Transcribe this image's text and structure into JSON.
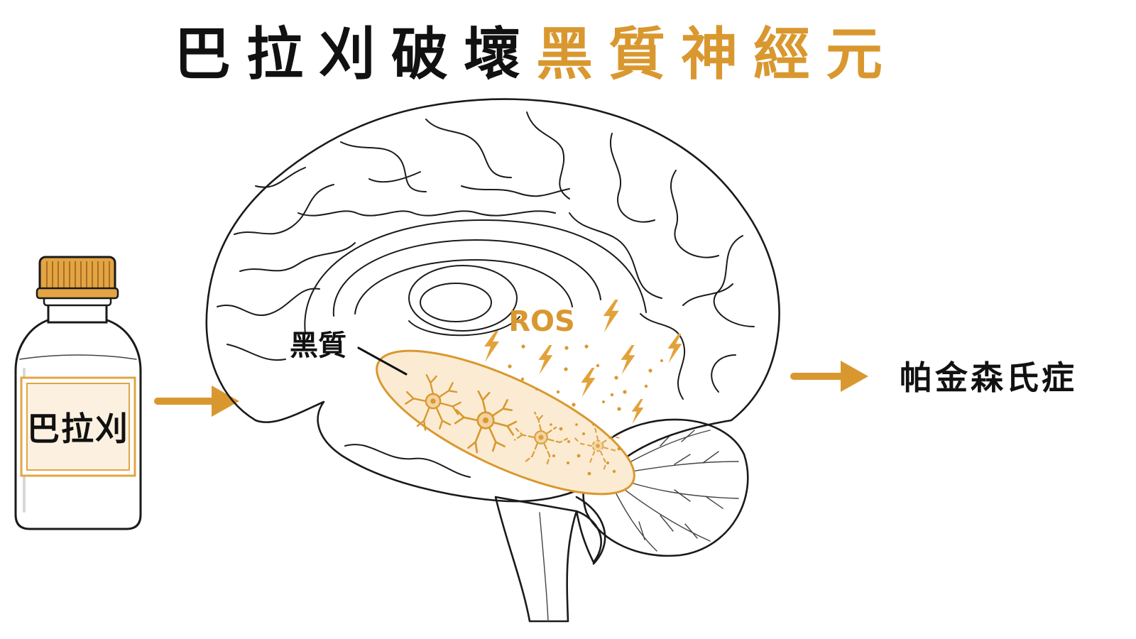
{
  "title": {
    "part1": "巴拉刈破壞",
    "part2": "黑質神經元"
  },
  "bottle": {
    "label": "巴拉刈"
  },
  "labels": {
    "substantia_nigra": "黑質",
    "ros": "ROS",
    "outcome": "帕金森氏症"
  },
  "colors": {
    "accent": "#D9982F",
    "text": "#111111",
    "nigra_fill": "#FBEBD3",
    "cap": "#E3A443"
  }
}
